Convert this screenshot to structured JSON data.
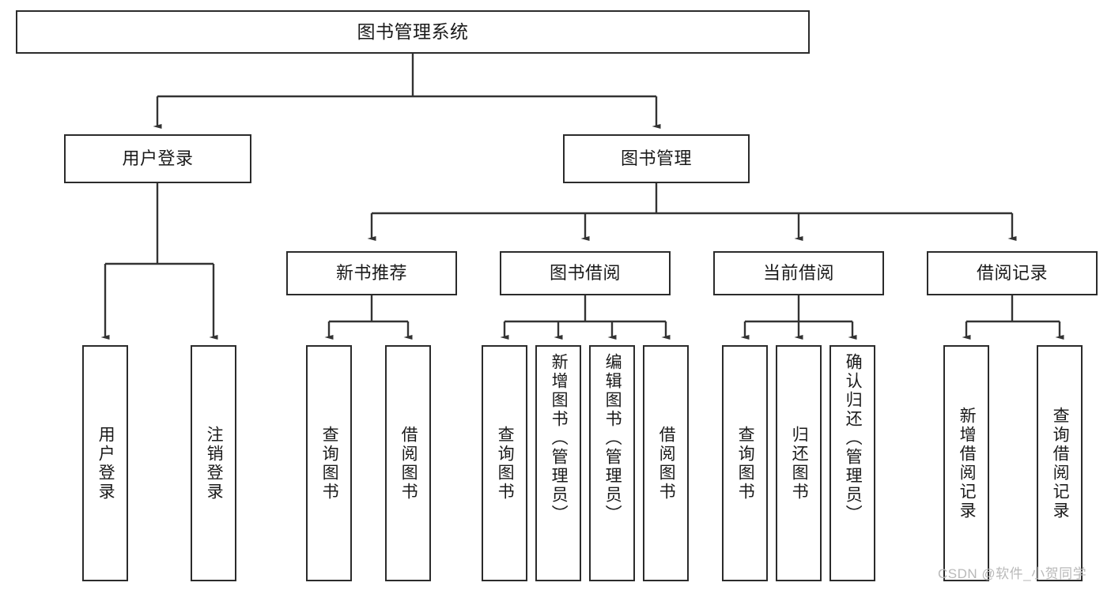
{
  "diagram": {
    "type": "tree-hierarchy",
    "title": "图书管理系统",
    "orientation": "top-down",
    "colors": {
      "node_border": "#2b2b2b",
      "node_fill": "#ffffff",
      "edge": "#333333",
      "text": "#1a1a1a",
      "background": "#ffffff",
      "watermark": "#b9b9b9"
    },
    "root": {
      "label": "图书管理系统"
    },
    "level2": [
      {
        "label": "用户登录"
      },
      {
        "label": "图书管理"
      }
    ],
    "level3": [
      {
        "label": "新书推荐"
      },
      {
        "label": "图书借阅"
      },
      {
        "label": "当前借阅"
      },
      {
        "label": "借阅记录"
      }
    ],
    "leaves": {
      "user_login": [
        {
          "label": "用户登录"
        },
        {
          "label": "注销登录"
        }
      ],
      "new_book": [
        {
          "label": "查询图书"
        },
        {
          "label": "借阅图书"
        }
      ],
      "book_borrow": [
        {
          "label": "查询图书"
        },
        {
          "label": "新增图书（管理员）"
        },
        {
          "label": "编辑图书（管理员）"
        },
        {
          "label": "借阅图书"
        }
      ],
      "current_borrow": [
        {
          "label": "查询图书"
        },
        {
          "label": "归还图书"
        },
        {
          "label": "确认归还（管理员）"
        }
      ],
      "borrow_record": [
        {
          "label": "新增借阅记录"
        },
        {
          "label": "查询借阅记录"
        }
      ]
    }
  },
  "watermark": {
    "text": "CSDN @软件_小贺同学"
  }
}
